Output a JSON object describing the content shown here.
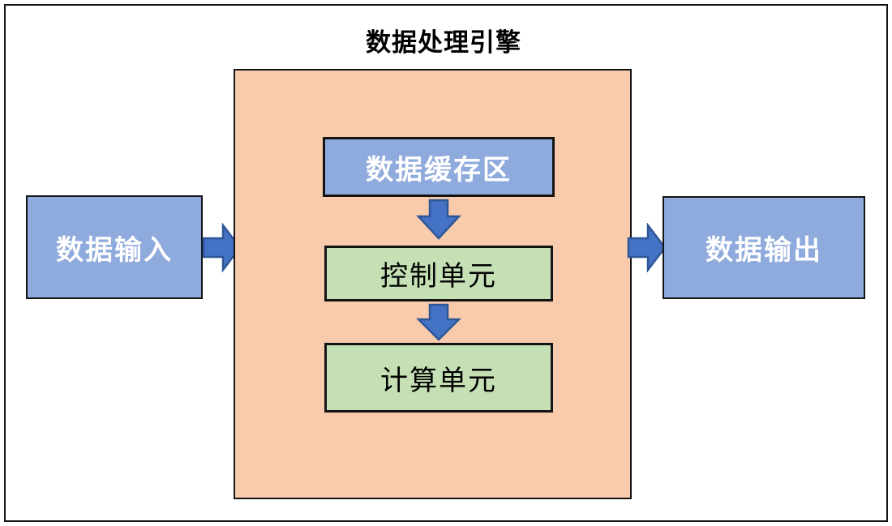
{
  "diagram": {
    "title": "数据处理引擎",
    "external_nodes": {
      "input": {
        "label": "数据输入"
      },
      "output": {
        "label": "数据输出"
      }
    },
    "engine": {
      "internal_nodes": {
        "buffer": {
          "label": "数据缓存区"
        },
        "control": {
          "label": "控制单元"
        },
        "compute": {
          "label": "计算单元"
        }
      }
    },
    "flows": [
      {
        "from": "数据输入",
        "to": "数据处理引擎",
        "direction": "right"
      },
      {
        "from": "数据缓存区",
        "to": "控制单元",
        "direction": "down"
      },
      {
        "from": "控制单元",
        "to": "计算单元",
        "direction": "down"
      },
      {
        "from": "数据处理引擎",
        "to": "数据输出",
        "direction": "right"
      }
    ],
    "colors": {
      "node_blue_fill": "#8FAADC",
      "node_green_fill": "#C5E0B4",
      "engine_container_fill": "#F8CBAD",
      "arrow_fill": "#4472C4",
      "arrow_border": "#2E5697",
      "box_border": "#141414",
      "text_on_blue": "#FFFFFF",
      "text_on_green": "#000000",
      "title_color": "#000000",
      "background": "#FFFFFF"
    }
  }
}
